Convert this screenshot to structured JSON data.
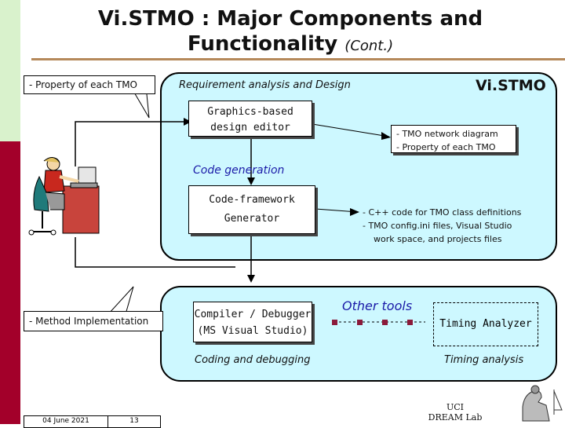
{
  "title": {
    "line1": "Vi.STMO : Major Components and",
    "line2": "Functionality",
    "cont": "(Cont.)"
  },
  "callouts": {
    "property": "- Property of each TMO",
    "method": "- Method Implementation"
  },
  "section_labels": {
    "requirement": "Requirement analysis and Design",
    "code_generation": "Code generation",
    "other_tools": "Other tools",
    "coding": "Coding and debugging",
    "timing": "Timing analysis"
  },
  "brand": "Vi.STMO",
  "boxes": {
    "graphics_editor": [
      "Graphics-based",
      "design editor"
    ],
    "code_framework": [
      "Code-framework",
      "Generator"
    ],
    "compiler": [
      "Compiler / Debugger",
      "(MS Visual Studio)"
    ],
    "timing_analyzer": "Timing Analyzer"
  },
  "notes": {
    "design": [
      "- TMO network diagram",
      "- Property of each TMO"
    ],
    "code": [
      "- C++ code for TMO class definitions",
      "- TMO config.ini files, Visual Studio",
      "work space, and projects files"
    ]
  },
  "footer": {
    "date": "04 June 2021",
    "page": "13",
    "lab_line1": "UCI",
    "lab_line2": "DREAM Lab"
  },
  "colors": {
    "panel": "#cdf8ff",
    "stripe_top": "#d9f2cc",
    "stripe_bottom": "#a3002a",
    "dots": "#8b1a3a"
  },
  "icons": [
    "person-at-computer-icon",
    "thinker-logo-icon"
  ]
}
